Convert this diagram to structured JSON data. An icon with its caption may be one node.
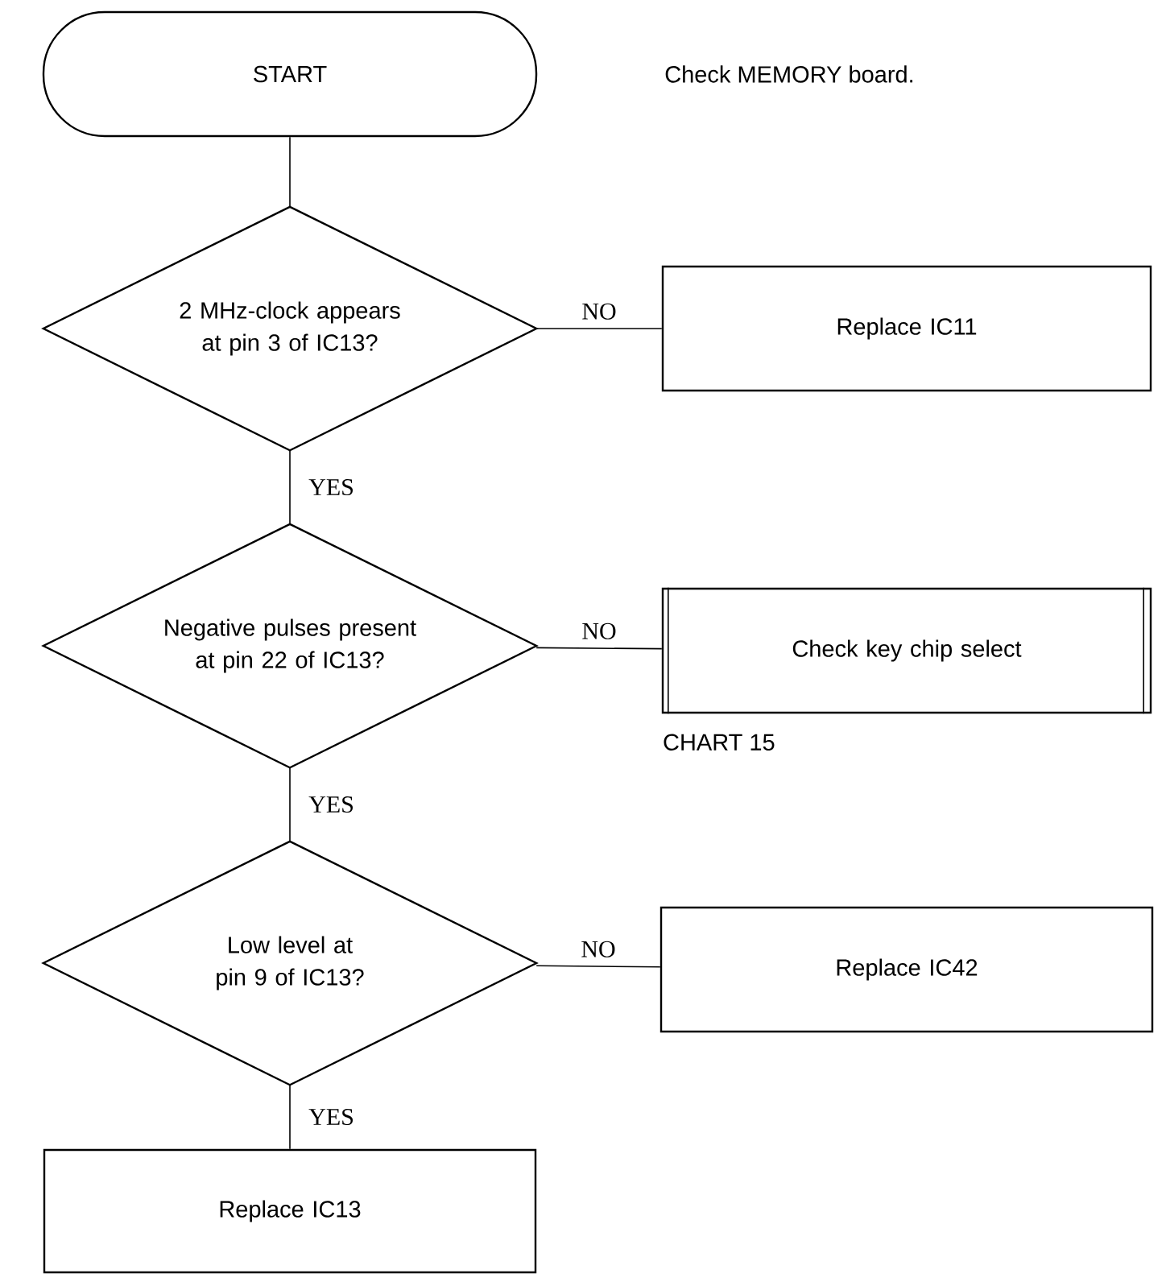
{
  "diagram": {
    "nodes": [
      {
        "text": [
          "START"
        ]
      },
      {
        "text": [
          "2 MHz-clock appears at pin 3 of IC13?"
        ]
      },
      {
        "text": [
          "Replace IC11"
        ]
      },
      {
        "text": [
          "Negative pulses present at pin 22 of IC13?"
        ]
      },
      {
        "text": [
          "Check key chip select"
        ],
        "beside": [
          "CHART 15"
        ]
      },
      {
        "text": [
          "Low level at pin 9 of IC13?"
        ]
      },
      {
        "text": [
          "Replace IC42"
        ]
      },
      {
        "text": [
          "Replace IC13"
        ]
      }
    ],
    "edges": [
      {
        "from": 0,
        "to": 1,
        "arrow": "none"
      },
      {
        "from": 1,
        "to": 2,
        "arrow": "none",
        "label": "NO"
      },
      {
        "from": 1,
        "to": 3,
        "arrow": "none",
        "label": "YES"
      },
      {
        "from": 3,
        "to": 4,
        "arrow": "none",
        "label": "NO"
      },
      {
        "from": 3,
        "to": 5,
        "arrow": "none",
        "label": "YES"
      },
      {
        "from": 5,
        "to": 6,
        "arrow": "none",
        "label": "NO"
      },
      {
        "from": 5,
        "to": 7,
        "arrow": "none",
        "label": "YES"
      }
    ],
    "labels": [
      "Check MEMORY board."
    ]
  }
}
